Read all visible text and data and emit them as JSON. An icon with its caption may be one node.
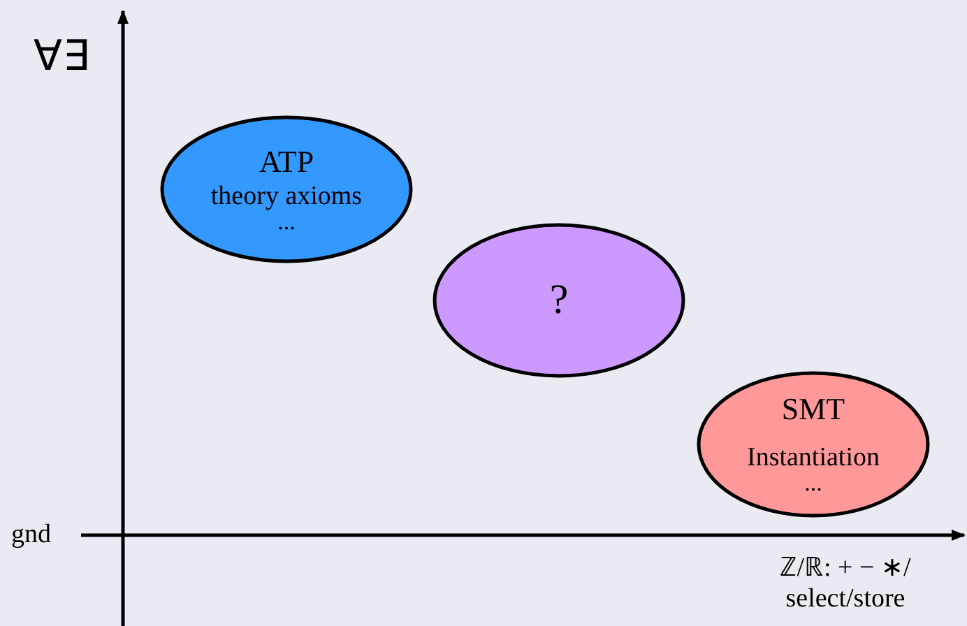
{
  "diagram": {
    "nodes": [
      {
        "text": [
          "ATP",
          "theory axioms",
          "..."
        ]
      },
      {
        "text": [
          "?"
        ]
      },
      {
        "text": [
          "SMT",
          "Instantiation",
          "..."
        ]
      }
    ],
    "labels": [
      "∀∃",
      "gnd",
      "ℤ/ℝ: + − ∗/ select/store"
    ]
  }
}
